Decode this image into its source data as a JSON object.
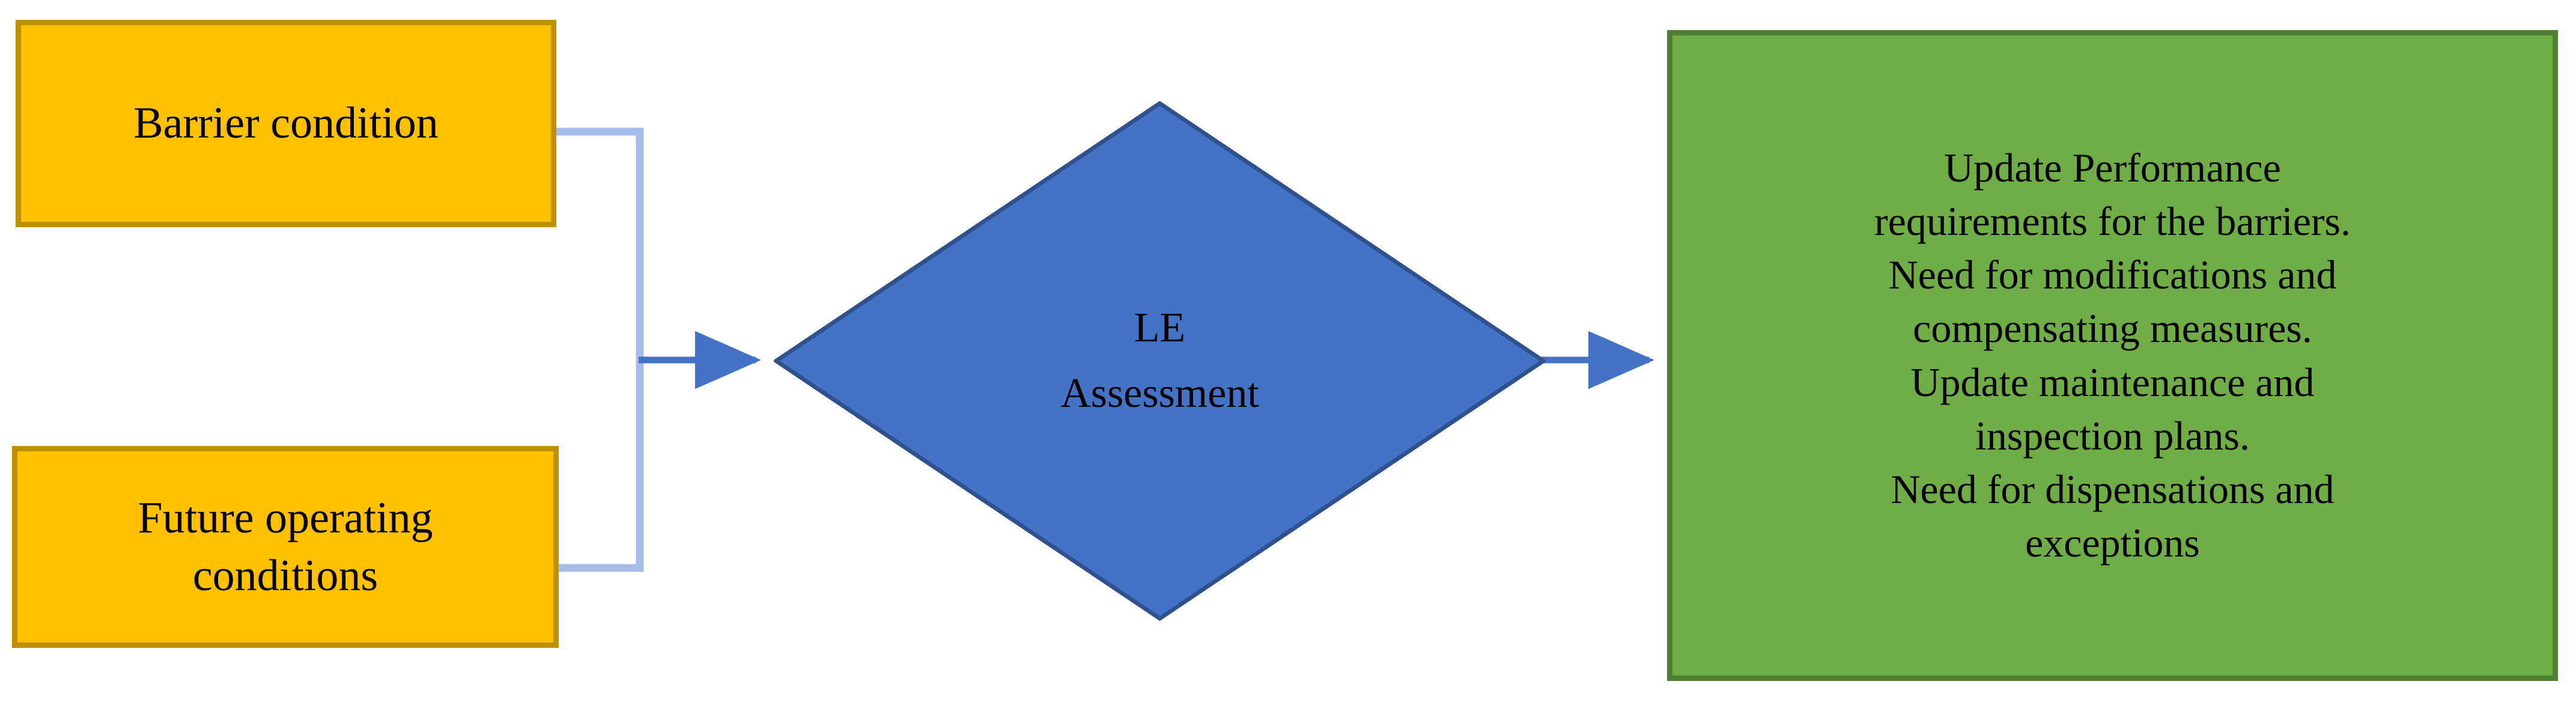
{
  "diagram": {
    "title": "LE Assessment flow",
    "colors": {
      "input_fill": "#FFC000",
      "input_border": "#BF8F00",
      "decision_fill": "#4472C4",
      "decision_border": "#2F528F",
      "outcome_fill": "#70AD47",
      "outcome_border": "#507E32",
      "connector_light": "#A5BDE8",
      "connector_arrow": "#4472C4",
      "text": "#000000",
      "background": "#FFFFFF"
    }
  },
  "inputs": {
    "barrier_condition": {
      "label": "Barrier condition"
    },
    "future_operating_conditions": {
      "line1": "Future operating",
      "line2": "conditions"
    }
  },
  "decision": {
    "line1": "LE",
    "line2": "Assessment"
  },
  "outcome": {
    "lines": [
      "Update Performance",
      "requirements for the barriers.",
      "Need for modifications and",
      "compensating measures.",
      "Update maintenance and",
      "inspection plans.",
      "Need for dispensations and",
      "exceptions"
    ]
  },
  "connectors": [
    {
      "name": "inputs-to-decision",
      "from": [
        "Barrier condition",
        "Future operating conditions"
      ],
      "to": "LE Assessment",
      "style": "elbow-merge-arrow"
    },
    {
      "name": "decision-to-outcome",
      "from": "LE Assessment",
      "to": "Update Performance requirements for the barriers.",
      "style": "straight-arrow"
    }
  ]
}
